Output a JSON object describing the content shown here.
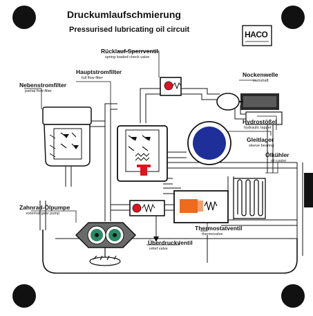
{
  "header": {
    "title_de": "Druckumlaufschmierung",
    "title_en": "Pressurised lubricating oil circuit",
    "logo_text": "HACO"
  },
  "labels": {
    "return_valve": {
      "de": "Rücklauf-Sperrventil",
      "en": "spring loaded check valve"
    },
    "full_filter": {
      "de": "Hauptstromfilter",
      "en": "full flow filter"
    },
    "partial_filter": {
      "de": "Nebenstromfilter",
      "en": "partial flow filter"
    },
    "camshaft": {
      "de": "Nockenwelle",
      "en": "camshaft"
    },
    "tappet": {
      "de": "Hydrostößel",
      "en": "hydraulic tappet"
    },
    "bearing": {
      "de": "Gleitlager",
      "en": "sleeve bearing"
    },
    "cooler": {
      "de": "Ölkühler",
      "en": "oil cooler"
    },
    "pump": {
      "de": "Zahnrad-Ölpumpe",
      "en": "external gear pump"
    },
    "relief": {
      "de": "Überdruckventil",
      "en": "relief valve"
    },
    "thermostat": {
      "de": "Thermostatventil",
      "en": "thermovalve"
    }
  },
  "colors": {
    "oil_line": "#e8e8e8",
    "valve_red": "#e0141e",
    "thermo_orange": "#ee6a1c",
    "bearing_blue": "#1e2f9a",
    "pump_green": "#2a8a66",
    "pump_body": "#6a6a6a",
    "outline": "#111111",
    "black_tab": "#111111"
  }
}
